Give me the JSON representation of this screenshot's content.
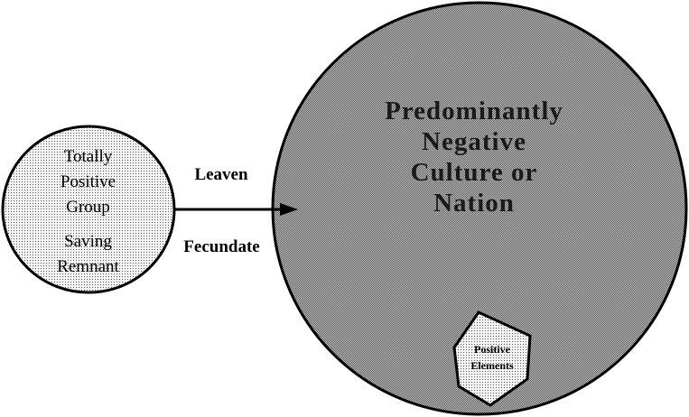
{
  "left_circle": {
    "lines": [
      "Totally",
      "Positive",
      "Group"
    ],
    "lines2": [
      "Saving",
      "Remnant"
    ]
  },
  "arrow": {
    "top_label": "Leaven",
    "bottom_label": "Fecundate"
  },
  "right_circle": {
    "lines": [
      "Predominantly",
      "Negative",
      "Culture or",
      "Nation"
    ]
  },
  "hexagon": {
    "lines": [
      "Positive",
      "Elements"
    ]
  }
}
